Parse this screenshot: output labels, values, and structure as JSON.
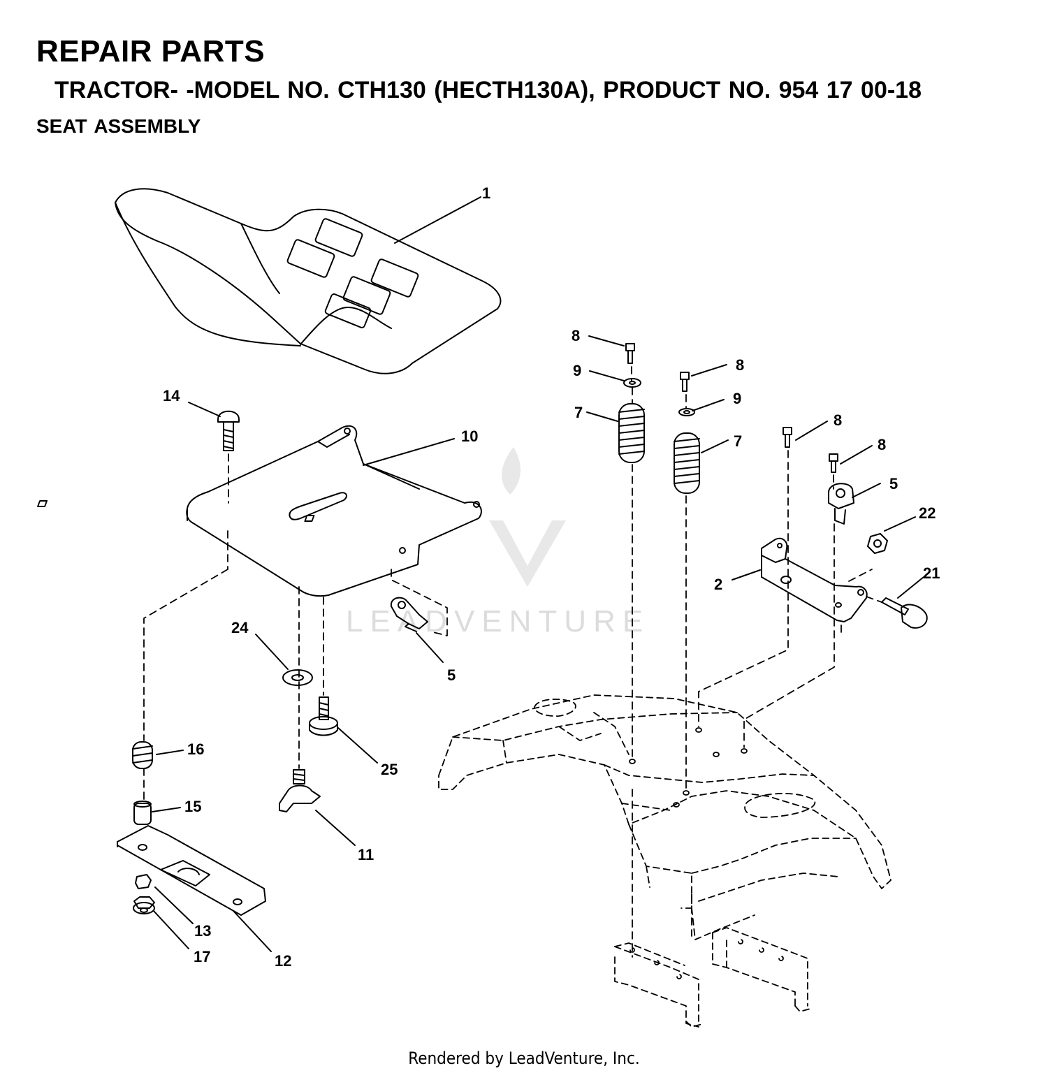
{
  "header": {
    "title": "REPAIR PARTS",
    "subtitle": "TRACTOR- -MODEL NO. CTH130 (HECTH130A), PRODUCT NO. 954 17 00-18",
    "section": "SEAT ASSEMBLY"
  },
  "watermark": "LEADVENTURE",
  "footer": "Rendered by LeadVenture, Inc.",
  "callouts": [
    {
      "id": "c1",
      "label": "1"
    },
    {
      "id": "c2",
      "label": "2"
    },
    {
      "id": "c5a",
      "label": "5"
    },
    {
      "id": "c5b",
      "label": "5"
    },
    {
      "id": "c7a",
      "label": "7"
    },
    {
      "id": "c7b",
      "label": "7"
    },
    {
      "id": "c8a",
      "label": "8"
    },
    {
      "id": "c8b",
      "label": "8"
    },
    {
      "id": "c8c",
      "label": "8"
    },
    {
      "id": "c8d",
      "label": "8"
    },
    {
      "id": "c9a",
      "label": "9"
    },
    {
      "id": "c9b",
      "label": "9"
    },
    {
      "id": "c10",
      "label": "10"
    },
    {
      "id": "c11",
      "label": "11"
    },
    {
      "id": "c12",
      "label": "12"
    },
    {
      "id": "c13",
      "label": "13"
    },
    {
      "id": "c14",
      "label": "14"
    },
    {
      "id": "c15",
      "label": "15"
    },
    {
      "id": "c16",
      "label": "16"
    },
    {
      "id": "c17",
      "label": "17"
    },
    {
      "id": "c21",
      "label": "21"
    },
    {
      "id": "c22",
      "label": "22"
    },
    {
      "id": "c24",
      "label": "24"
    },
    {
      "id": "c25",
      "label": "25"
    }
  ]
}
